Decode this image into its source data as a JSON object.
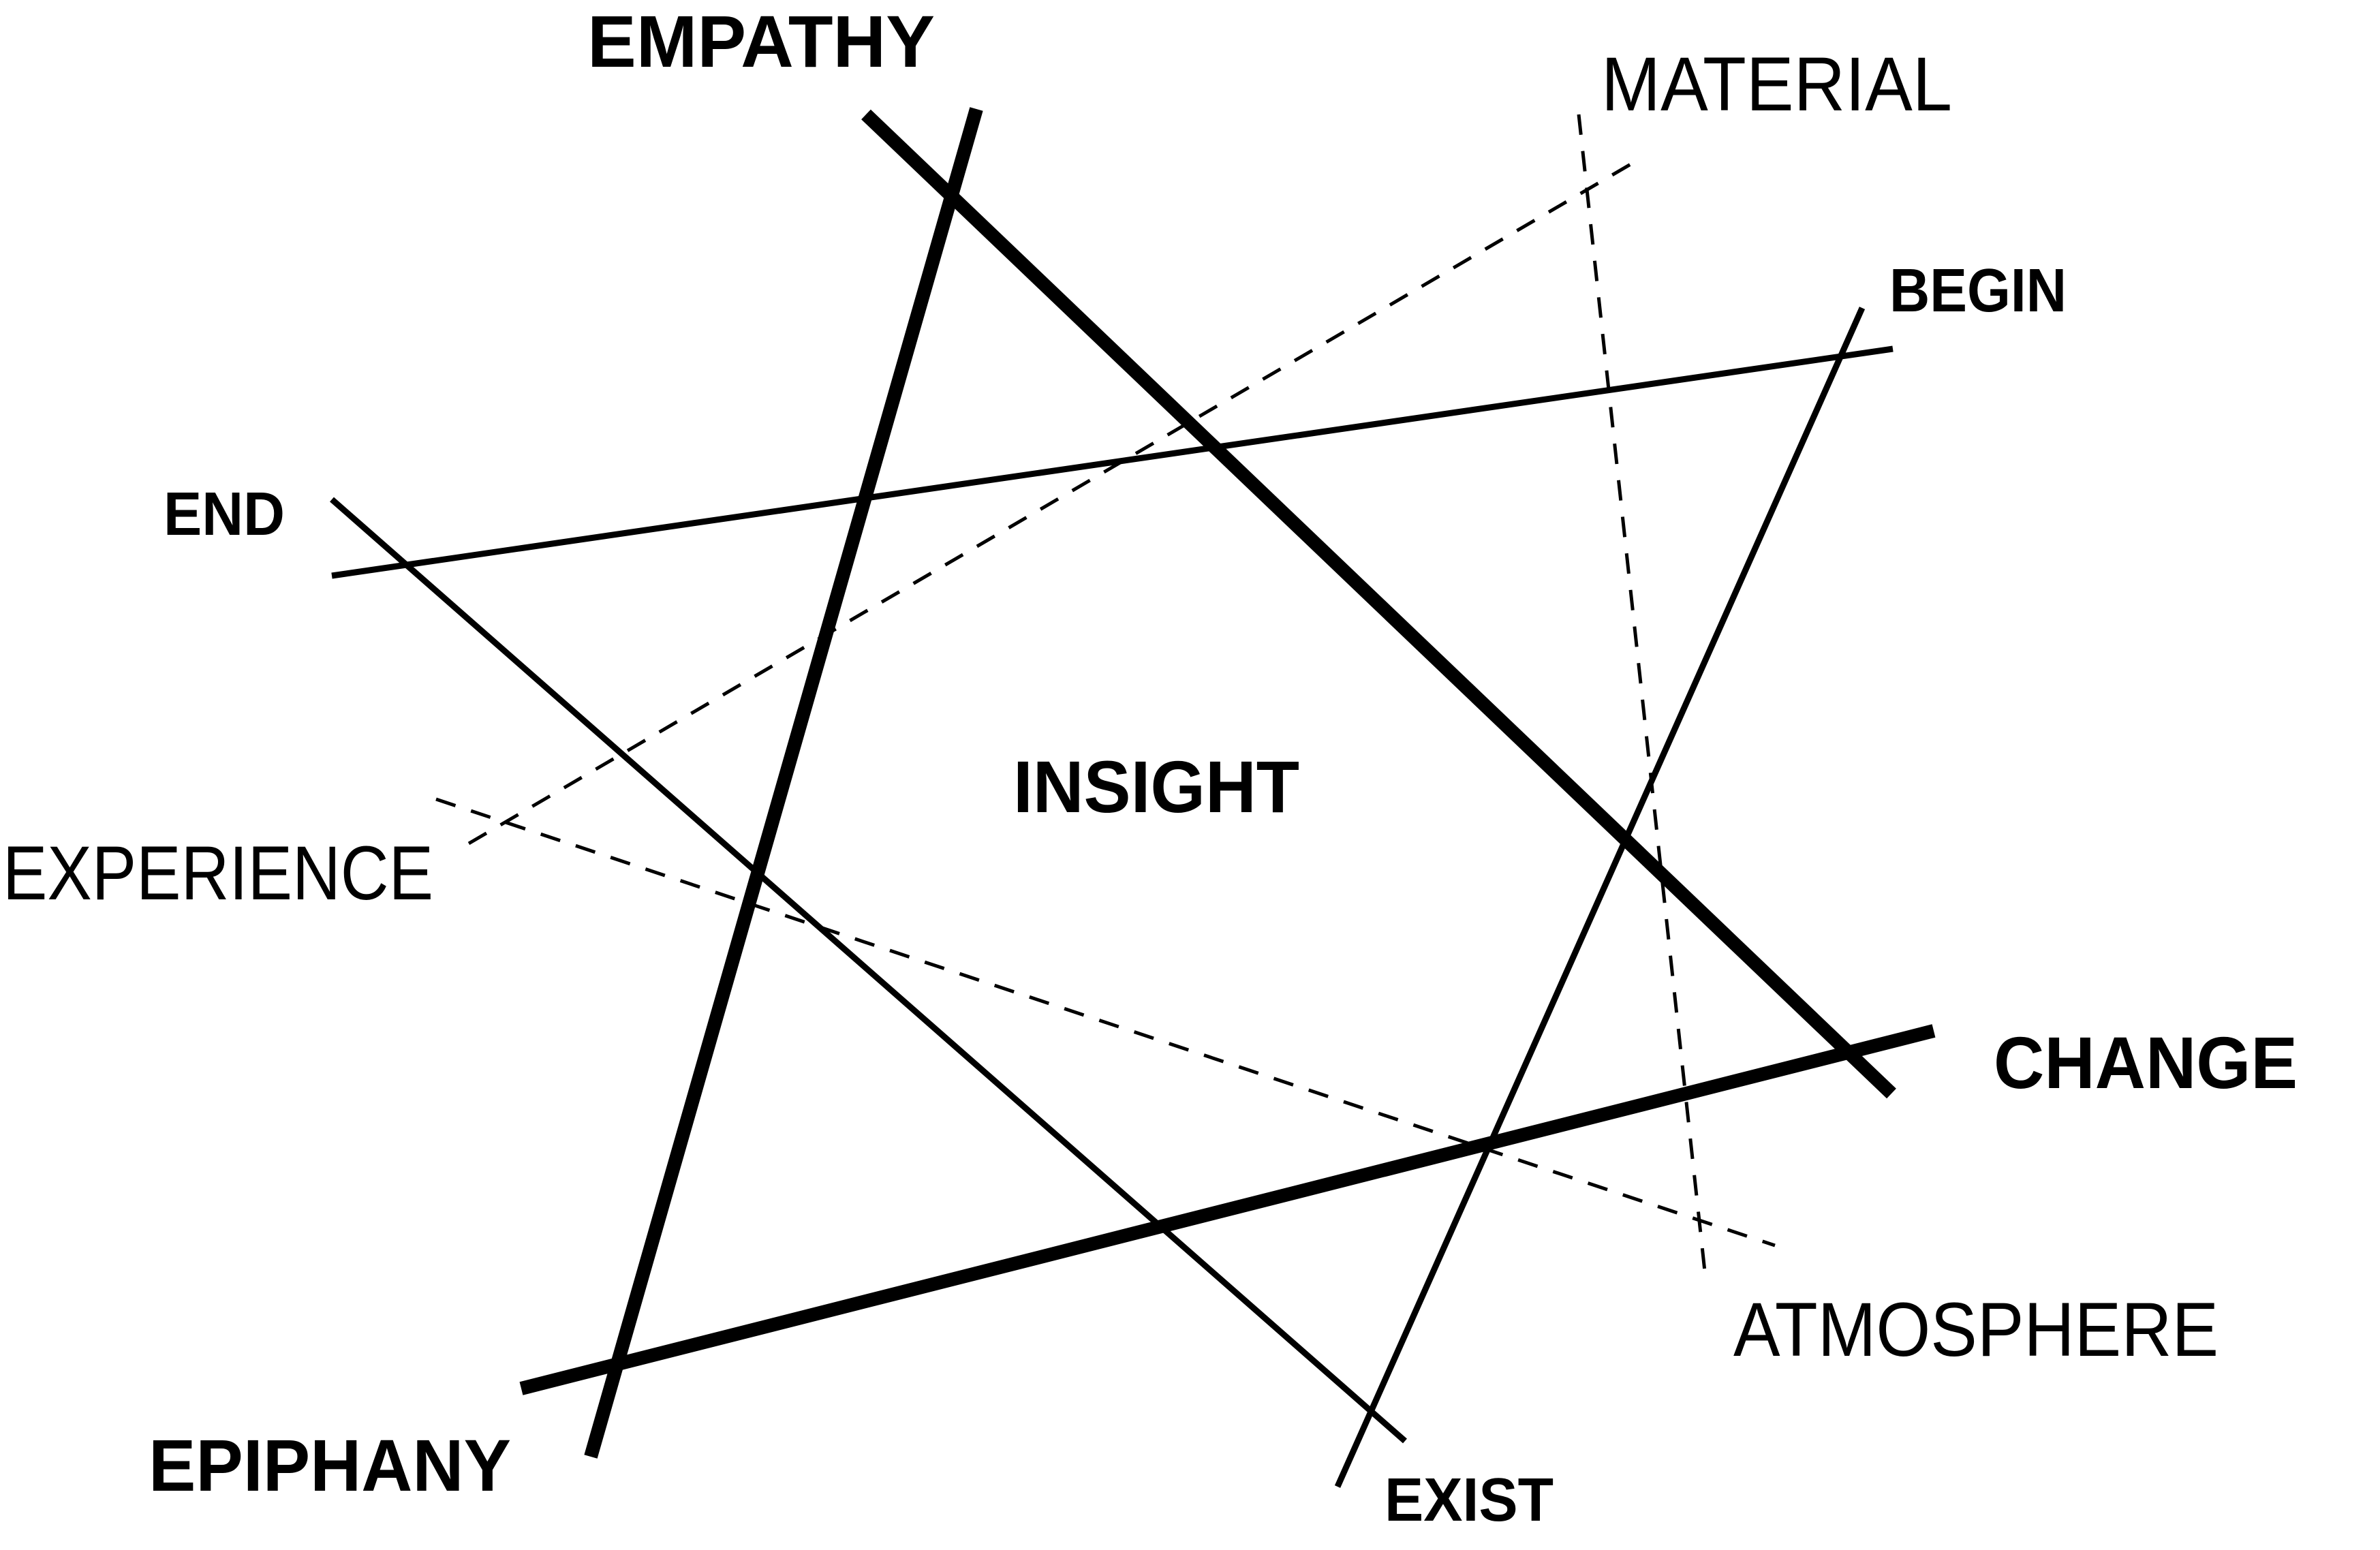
{
  "diagram": {
    "center_label": "INSIGHT",
    "labels": {
      "empathy": "EMPATHY",
      "material": "MATERIAL",
      "begin": "BEGIN",
      "end": "END",
      "experience": "EXPERIENCE",
      "change": "CHANGE",
      "atmosphere": "ATMOSPHERE",
      "epiphany": "EPIPHANY",
      "exist": "EXIST"
    },
    "line_color": "#000000",
    "background_color": "#ffffff"
  }
}
